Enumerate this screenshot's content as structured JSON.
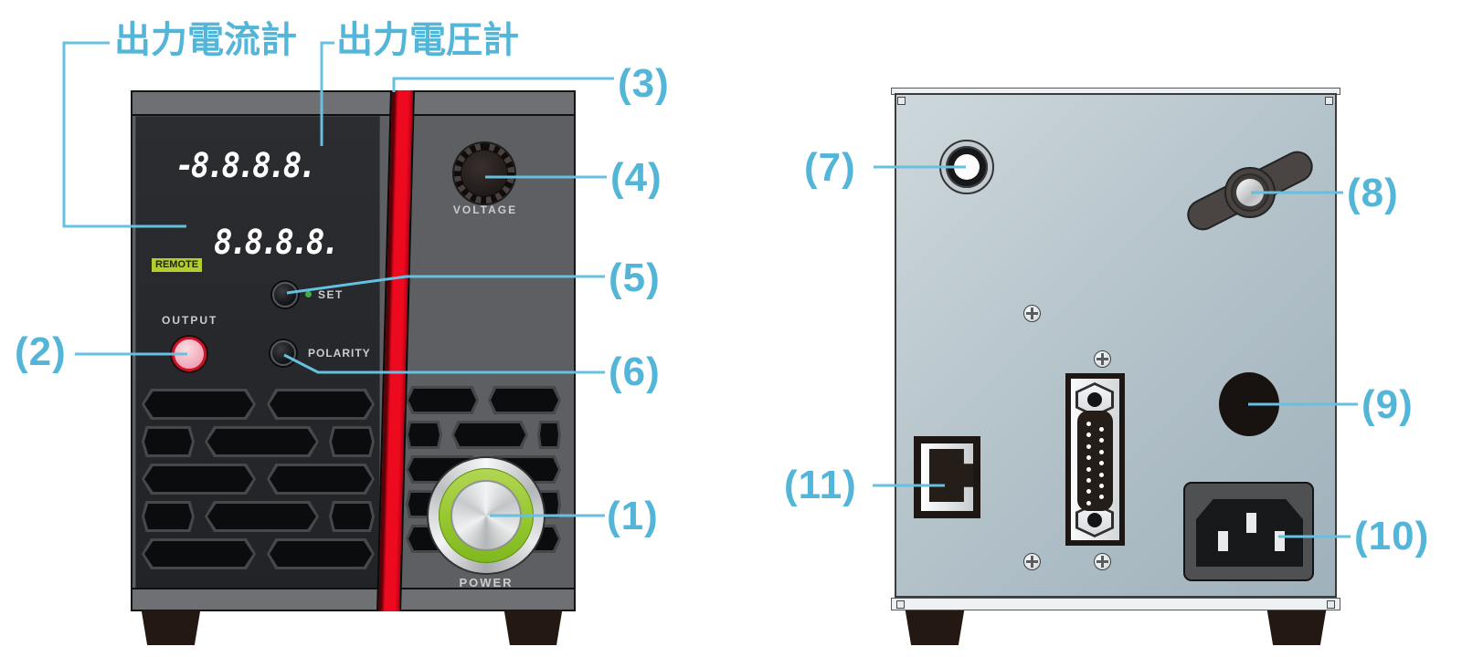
{
  "annotations": {
    "ammeter_label": "出力電流計",
    "voltmeter_label": "出力電圧計",
    "callouts": [
      "(1)",
      "(2)",
      "(3)",
      "(4)",
      "(5)",
      "(6)",
      "(7)",
      "(8)",
      "(9)",
      "(10)",
      "(11)"
    ]
  },
  "front_panel": {
    "display_top": "-8.8.8.8.",
    "display_bottom": "8.8.8.8.",
    "remote_badge": "REMOTE",
    "output_label": "OUTPUT",
    "set_label": "SET",
    "polarity_label": "POLARITY",
    "voltage_label": "VOLTAGE",
    "power_label": "POWER"
  },
  "colors": {
    "callout_blue": "#53b5d8",
    "stripe_red": "#ee0a1e",
    "power_ring_green": "#95c72f",
    "remote_badge_green": "#b5cc2e",
    "output_button_pink": "#f0a6b6"
  }
}
